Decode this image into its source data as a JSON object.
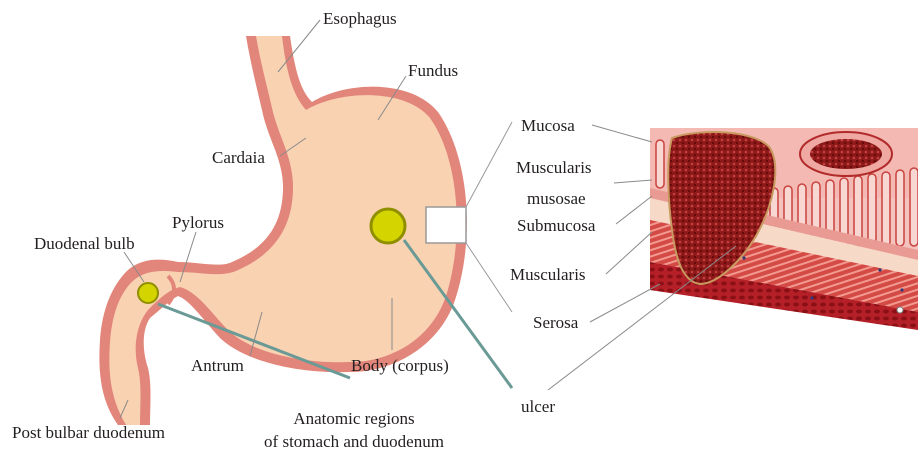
{
  "labels": {
    "esophagus": "Esophagus",
    "fundus": "Fundus",
    "cardaia": "Cardaia",
    "pylorus": "Pylorus",
    "duodenal_bulb": "Duodenal bulb",
    "antrum": "Antrum",
    "body": "Body (corpus)",
    "post_bulbar": "Post bulbar duodenum",
    "mucosa": "Mucosa",
    "muscularis_1": "Muscularis",
    "muscularis_2": "musosae",
    "submucosa": "Submucosa",
    "muscularis": "Muscularis",
    "serosa": "Serosa",
    "ulcer": "ulcer"
  },
  "caption": {
    "line1": "Anatomic regions",
    "line2": "of stomach and duodenum"
  },
  "colors": {
    "stomach_outline": "#e2857a",
    "stomach_fill": "#f9d2b2",
    "ulcer_marker": "#d4d400",
    "pointer_line": "#6a9a96",
    "leader_line": "#7c7c7c",
    "tissue_red": "#b2272d"
  }
}
